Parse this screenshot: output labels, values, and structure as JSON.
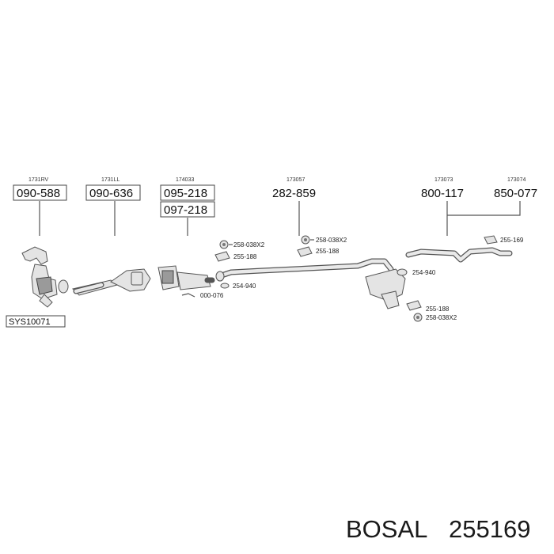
{
  "groups": {
    "manifold": {
      "ref": "1731RV",
      "code": "090-588"
    },
    "flex": {
      "ref": "1731LL",
      "code": "090-636"
    },
    "catalyst": {
      "ref": "174033",
      "codes": [
        "095-218",
        "097-218"
      ]
    },
    "front_pipe": {
      "ref": "173057",
      "code": "282-859"
    },
    "rear_pipe": {
      "ref": "173073",
      "code": "800-117"
    },
    "tail_pipe": {
      "ref": "173074",
      "code": "850-077"
    }
  },
  "fittings": {
    "f1": "258-038X2",
    "f2": "255-188",
    "f3": "254-940",
    "f4": "000-076",
    "f5": "258-038X2",
    "f6": "255-188",
    "f7": "255-169",
    "f8": "254-940",
    "f9": "255-188",
    "f10": "258-038X2"
  },
  "kit_code": "SYS10071",
  "footer": {
    "brand": "BOSAL",
    "part_number": "255169"
  }
}
